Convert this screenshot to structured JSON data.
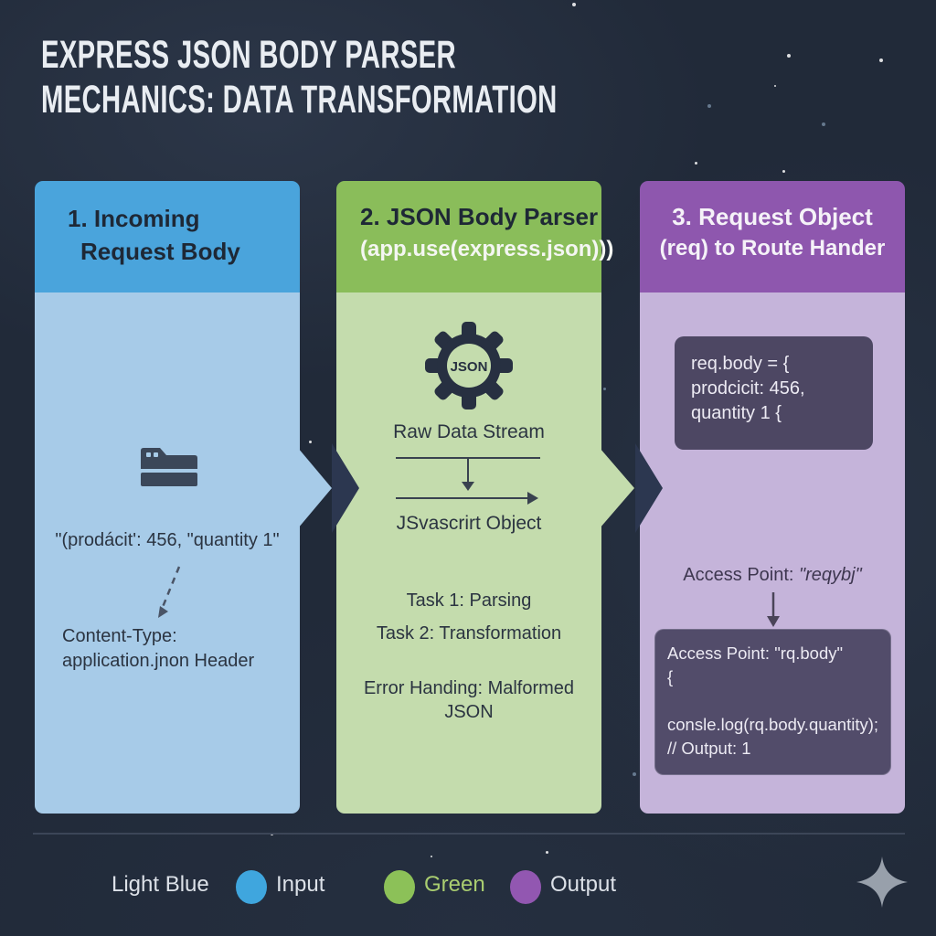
{
  "title": {
    "line1": "EXPRESS JSON BODY PARSER",
    "line2": "MECHANICS: DATA TRANSFORMATION"
  },
  "steps": {
    "input": {
      "heading_line1": "1. Incoming",
      "heading_line2": "Request Body",
      "icon": "folder-icon",
      "raw_body_text": "\"(prodácit': 456, \"quantity 1\"",
      "content_type_line1": "Content-Type:",
      "content_type_line2": "application.jnon Header",
      "header_color": "#4aa4dc",
      "body_color": "#a7cbe8"
    },
    "parser": {
      "heading_line1": "2. JSON Body Parser",
      "heading_line2": "(app.use(express.json)))",
      "gear_icon_label": "JSON",
      "flow_from_label": "Raw Data Stream",
      "flow_to_label": "JSvascrirt Object",
      "task_1": "Task 1: Parsing",
      "task_2": "Task 2: Transformation",
      "error_line1": "Error Handing: Malformed",
      "error_line2": "JSON",
      "header_color": "#8abd5a",
      "body_color": "#c4dcad"
    },
    "output": {
      "heading_line1": "3. Request Object",
      "heading_line2": "(req) to Route Hander",
      "code_box_1": {
        "line1": "req.body = {",
        "line2": "prodcicit: 456,",
        "line3": "quantity 1 {"
      },
      "access_point_prefix": "Access Point: ",
      "access_point_value": "\"reqybj\"",
      "code_box_2": {
        "line1": "Access Point: \"rq.body\"",
        "line2": "{",
        "line3": "consle.log(rq.body.quantity);",
        "line4": "// Output: 1"
      },
      "header_color": "#8e57ae",
      "body_color": "#c5b4da"
    }
  },
  "legend": {
    "label": "Light Blue",
    "items": [
      {
        "label": "Input",
        "swatch_color": "#3fa6de"
      },
      {
        "label": "Green",
        "swatch_color": "#8cc158"
      },
      {
        "label": "Output",
        "swatch_color": "#9257b1"
      }
    ]
  },
  "colors": {
    "background": "#212a39",
    "connector": "#2c3750",
    "code_box": "#4d4763",
    "divider": "#3c4658"
  }
}
